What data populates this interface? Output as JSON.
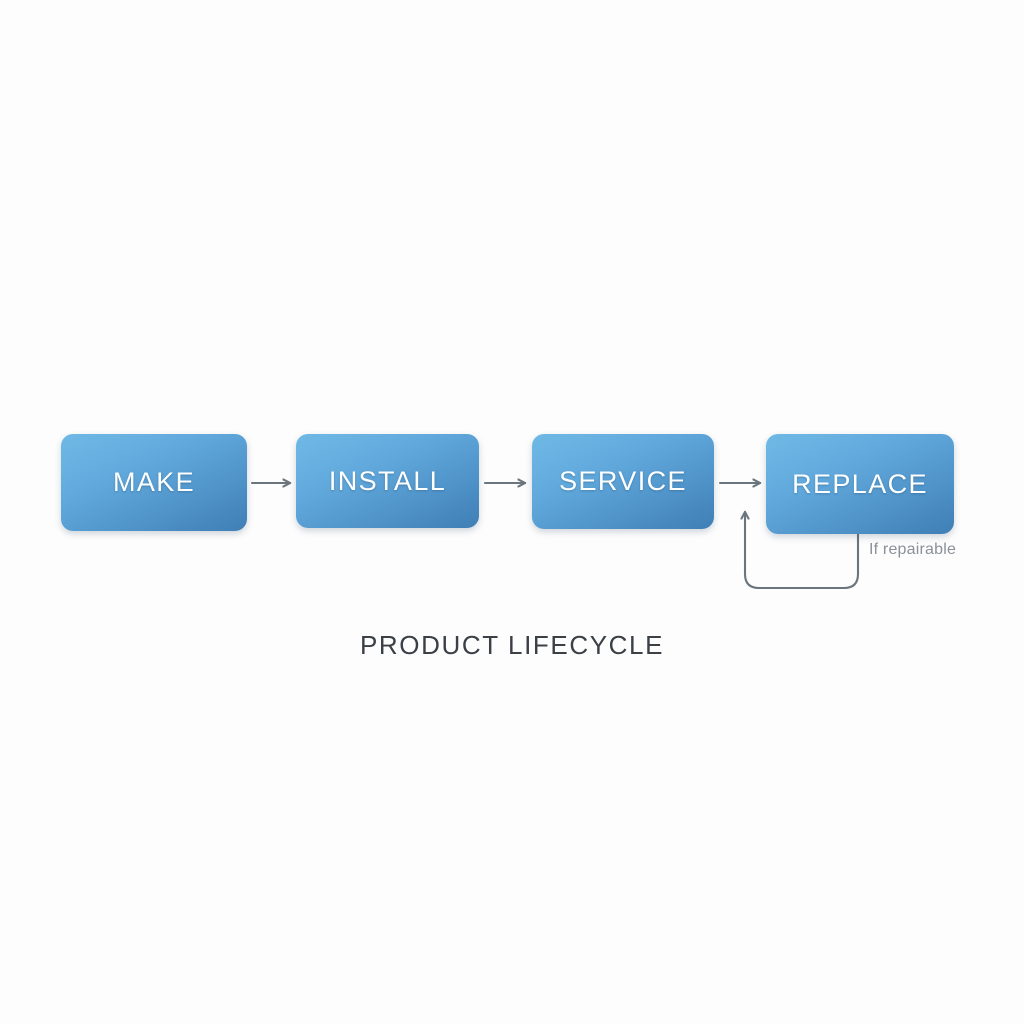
{
  "diagram": {
    "caption": "PRODUCT LIFECYCLE",
    "background_color": "#fdfdfd",
    "node_gradient_from": "#6fb9e6",
    "node_gradient_to": "#3f7fb5",
    "node_text_color": "#ffffff",
    "connector_color": "#6b757e",
    "edge_label_color": "#8b9198",
    "caption_color": "#3b4046",
    "nodes": [
      {
        "id": "make",
        "label": "MAKE"
      },
      {
        "id": "install",
        "label": "INSTALL"
      },
      {
        "id": "service",
        "label": "SERVICE"
      },
      {
        "id": "replace",
        "label": "REPLACE"
      }
    ],
    "connectors": [
      {
        "id": "make-to-install",
        "from": "make",
        "to": "install",
        "type": "arrow-right",
        "label": ""
      },
      {
        "id": "install-to-service",
        "from": "install",
        "to": "service",
        "type": "arrow-right",
        "label": ""
      },
      {
        "id": "service-to-replace",
        "from": "service",
        "to": "replace",
        "type": "arrow-right",
        "label": ""
      },
      {
        "id": "replace-to-service",
        "from": "replace",
        "to": "service",
        "type": "feedback-loop",
        "label": "If repairable"
      }
    ],
    "feedback_label": "If repairable"
  }
}
